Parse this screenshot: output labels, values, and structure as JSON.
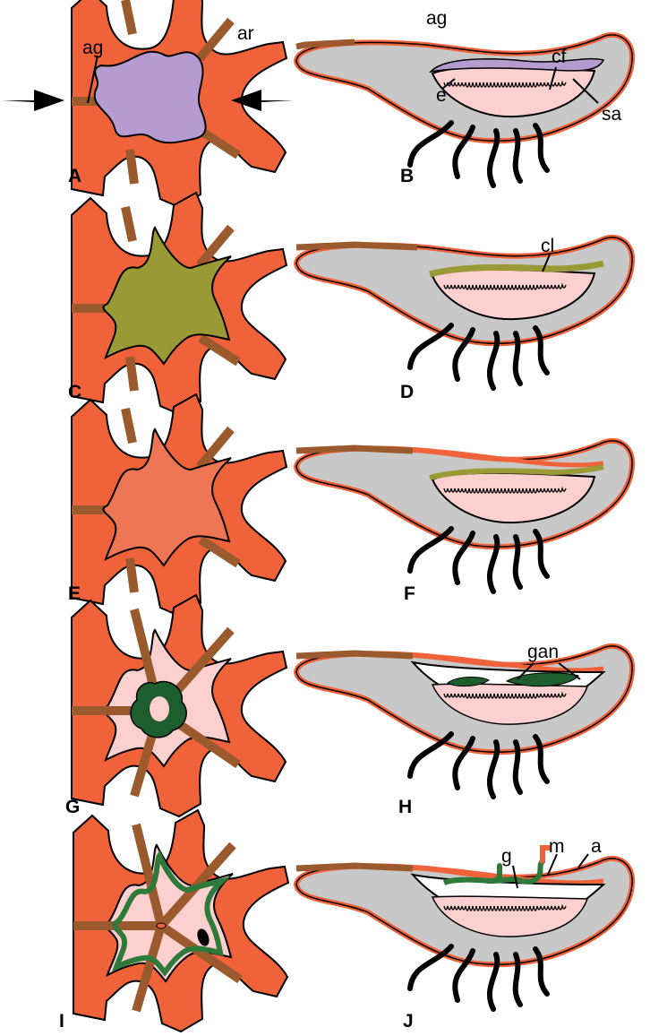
{
  "colors": {
    "arm": "#F0623A",
    "ambulacral_groove": "#9B5A2E",
    "cf_purple": "#B69BD0",
    "cl_olive": "#999A35",
    "salmon": "#EE7654",
    "pale_pink": "#FCD0CE",
    "gut_gray": "#C8C8C8",
    "dark_green": "#1E5E2E",
    "green": "#2E7A3A",
    "tentacle": "#000000"
  },
  "icons": [
    "left-pointing-arrow-icon",
    "right-pointing-arrow-icon"
  ],
  "panels": {
    "A": {
      "letter": "A",
      "labels": {
        "ag": "ag",
        "ar": "ar"
      }
    },
    "B": {
      "letter": "B",
      "labels": {
        "ag": "ag",
        "cf": "cf",
        "e": "e",
        "sa": "sa"
      }
    },
    "C": {
      "letter": "C"
    },
    "D": {
      "letter": "D",
      "labels": {
        "cl": "cl"
      }
    },
    "E": {
      "letter": "E"
    },
    "F": {
      "letter": "F"
    },
    "G": {
      "letter": "G"
    },
    "H": {
      "letter": "H",
      "labels": {
        "gan": "gan"
      }
    },
    "I": {
      "letter": "I"
    },
    "J": {
      "letter": "J",
      "labels": {
        "g": "g",
        "m": "m",
        "a": "a"
      }
    }
  }
}
